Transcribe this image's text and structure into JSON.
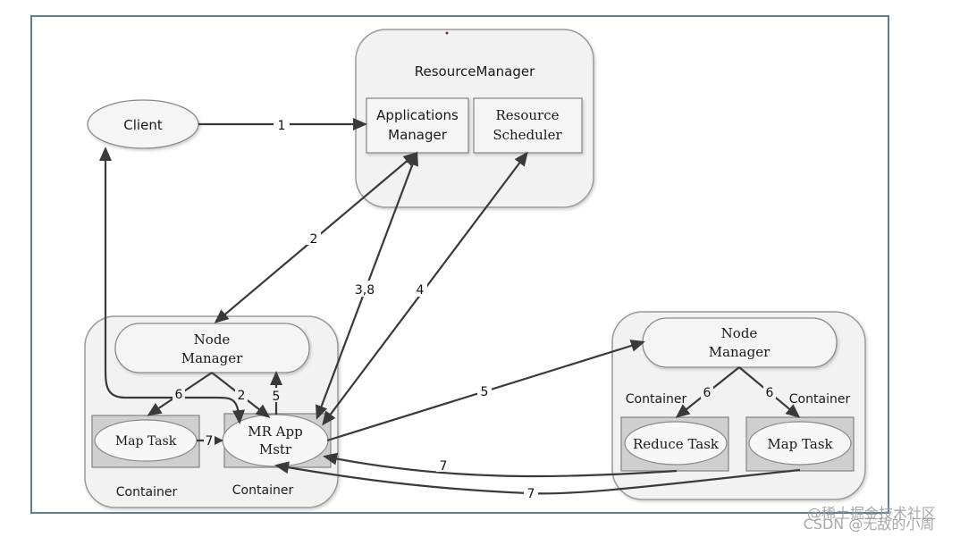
{
  "diagram": {
    "colors": {
      "frame": "#5d7f93",
      "group_fill": "#f2f2f2",
      "group_stroke": "#9a9a9a",
      "container_fill": "#cfcfcf",
      "node_fill": "#f5f5f5",
      "edge": "#3a3a3a"
    },
    "resource_manager": {
      "title": "ResourceManager",
      "applications_manager": [
        "Applications",
        "Manager"
      ],
      "resource_scheduler": [
        "Resource",
        "Scheduler"
      ]
    },
    "client": {
      "label": "Client"
    },
    "left_node": {
      "node_manager": [
        "Node",
        "Manager"
      ],
      "map_task": "Map Task",
      "mr_app_master": [
        "MR App",
        "Mstr"
      ],
      "container_labels": [
        "Container",
        "Container"
      ]
    },
    "right_node": {
      "node_manager": [
        "Node",
        "Manager"
      ],
      "reduce_task": "Reduce Task",
      "map_task": "Map Task",
      "container_labels": [
        "Container",
        "Container"
      ]
    },
    "edges": [
      {
        "id": "client-to-am",
        "label": "1"
      },
      {
        "id": "am-nm-left",
        "label": "2"
      },
      {
        "id": "mr-am",
        "label": "3,8"
      },
      {
        "id": "mr-rs",
        "label": "4"
      },
      {
        "id": "mr-to-nm-right",
        "label": "5"
      },
      {
        "id": "mr-to-nm-left",
        "label": "5"
      },
      {
        "id": "nm-to-mr",
        "label": "2"
      },
      {
        "id": "nm-to-maptask-left",
        "label": "6"
      },
      {
        "id": "nm-to-reduce",
        "label": "6"
      },
      {
        "id": "nm-to-maptask-right",
        "label": "6"
      },
      {
        "id": "maptask-to-mr",
        "label": "7"
      },
      {
        "id": "reduce-to-mr",
        "label": "7"
      },
      {
        "id": "maptask-right-to-mr",
        "label": "7"
      }
    ],
    "watermarks": [
      "@稀土掘金技术社区",
      "CSDN @无敌的小周"
    ]
  }
}
